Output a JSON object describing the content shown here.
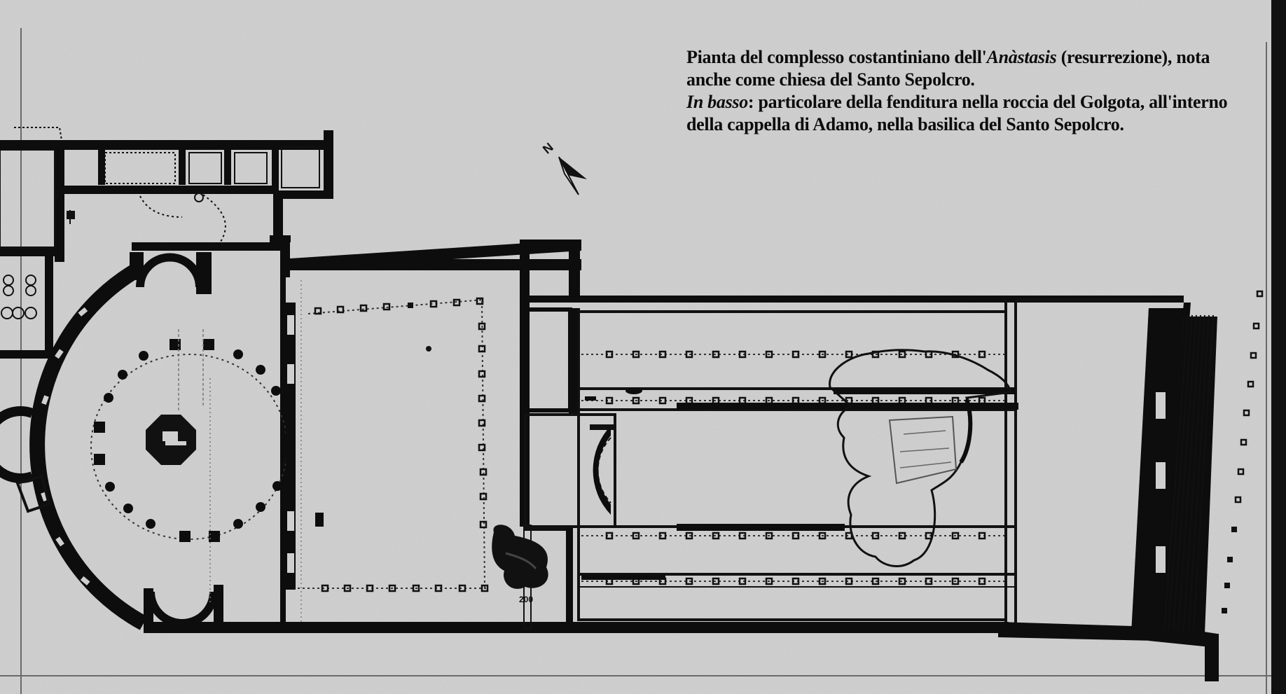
{
  "caption": {
    "line1_pre": "Pianta del complesso costantiniano dell'",
    "line1_italic": "Anàstasis",
    "line1_post": " (resurrezione), nota",
    "line2": "anche come chiesa del Santo Sepolcro.",
    "line3_italic": "In basso",
    "line3_post": ": particolare della fenditura nella roccia del Golgota, all'interno",
    "line4": "della cappella di Adamo, nella basilica del Santo Sepolcro."
  },
  "plan": {
    "north_label": "N",
    "rock_label": "200"
  },
  "colors": {
    "background": "#cdcdcd",
    "ink": "#0c0c0c"
  }
}
